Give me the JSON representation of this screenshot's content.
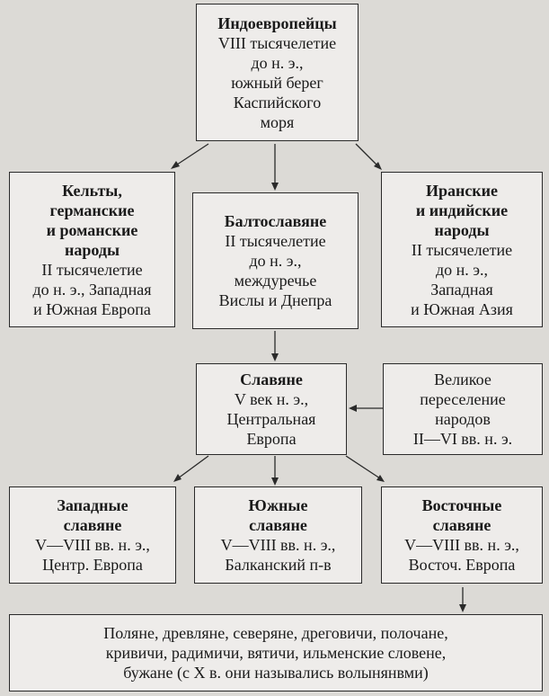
{
  "boxes": {
    "indo": {
      "title": "Индоевропейцы",
      "lines": [
        "VIII тысячелетие",
        "до н. э.,",
        "южный берег",
        "Каспийского",
        "моря"
      ]
    },
    "celts": {
      "title_lines": [
        "Кельты,",
        "германские",
        "и романские",
        "народы"
      ],
      "lines": [
        "II тысячелетие",
        "до н. э., Западная",
        "и Южная Европа"
      ]
    },
    "balto": {
      "title": "Балтославяне",
      "lines": [
        "II тысячелетие",
        "до н. э.,",
        "междуречье",
        "Вислы и Днепра"
      ]
    },
    "iran": {
      "title_lines": [
        "Иранские",
        "и индийские",
        "народы"
      ],
      "lines": [
        "II тысячелетие",
        "до н. э.,",
        "Западная",
        "и Южная Азия"
      ]
    },
    "slavs": {
      "title": "Славяне",
      "lines": [
        "V век н. э.,",
        "Центральная",
        "Европа"
      ]
    },
    "migration": {
      "lines": [
        "Великое",
        "переселение",
        "народов",
        "II—VI вв. н. э."
      ]
    },
    "west": {
      "title_lines": [
        "Западные",
        "славяне"
      ],
      "lines": [
        "V—VIII вв. н. э.,",
        "Центр. Европа"
      ]
    },
    "south": {
      "title_lines": [
        "Южные",
        "славяне"
      ],
      "lines": [
        "V—VIII вв. н. э.,",
        "Балканский п-в"
      ]
    },
    "east": {
      "title_lines": [
        "Восточные",
        "славяне"
      ],
      "lines": [
        "V—VIII вв. н. э.,",
        "Восточ. Европа"
      ]
    },
    "tribes": {
      "lines": [
        "Поляне, древляне, северяне, дреговичи, полочане,",
        "кривичи, радимичи, вятичи, ильменские словене,",
        "бужане (с X в. они назывались волынянвми)"
      ]
    }
  }
}
